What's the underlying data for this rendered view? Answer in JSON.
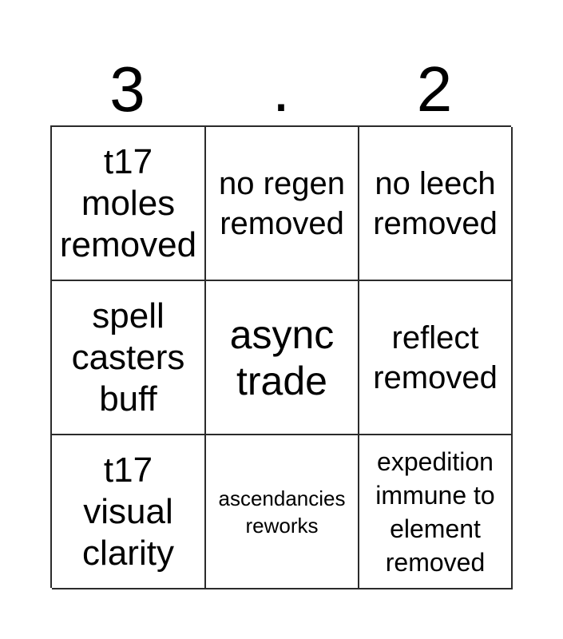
{
  "card": {
    "title_segments": [
      "3",
      ".",
      "2"
    ],
    "columns": 3,
    "rows": 3,
    "border_color": "#2b2b2b",
    "background_color": "#ffffff",
    "text_color": "#000000",
    "cells": [
      {
        "text": "t17\nmoles\nremoved",
        "size": "fs-lg",
        "marked": false
      },
      {
        "text": "no regen\nremoved",
        "size": "fs-md",
        "marked": false
      },
      {
        "text": "no leech\nremoved",
        "size": "fs-md",
        "marked": false
      },
      {
        "text": "spell\ncasters\nbuff",
        "size": "fs-lg",
        "marked": false
      },
      {
        "text": "async\ntrade",
        "size": "fs-xl",
        "marked": false
      },
      {
        "text": "reflect\nremoved",
        "size": "fs-md",
        "marked": false
      },
      {
        "text": "t17\nvisual\nclarity",
        "size": "fs-lg",
        "marked": false
      },
      {
        "text": "ascendancies\nreworks",
        "size": "fs-xs",
        "marked": false
      },
      {
        "text": "expedition\nimmune to\nelement\nremoved",
        "size": "fs-sm",
        "marked": false
      }
    ]
  }
}
